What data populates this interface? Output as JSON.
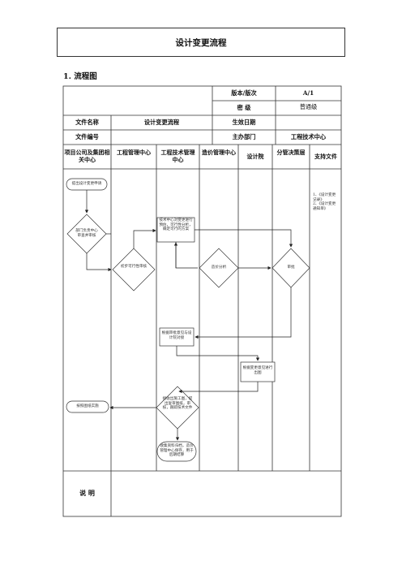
{
  "doc": {
    "title": "设计变更流程",
    "section_heading": "1.   流程图"
  },
  "meta": {
    "version_label": "版本/版次",
    "version_value": "A/1",
    "security_label": "密      级",
    "security_value": "普通级",
    "file_name_label": "文件名称",
    "file_name_value": "设计变更流程",
    "effective_date_label": "生效日期",
    "file_no_label": "文件编号",
    "dept_label": "主办部门",
    "dept_value": "工程技术中心"
  },
  "lanes": [
    "项目公司及集团相关中心",
    "工程管理中心",
    "工程技术管理中心",
    "造价管理中心",
    "设计院",
    "分管决策层",
    "支持文件"
  ],
  "nodes": {
    "n1": "提出设计变更申请",
    "n2": "部门负责中心审查并审核",
    "n3": "初步可行性审核",
    "n4": "技术中心对变更进行预估，可行性分析，确定可行的方案",
    "n5": "造价分析",
    "n6": "审批",
    "n7": "根据审批意见与设计院对接",
    "n8": "根据变更意见进行出图",
    "n9": "按照图纸实施",
    "n10": "接收出施工图，提出复审图纸，审核，跟踪技术文件",
    "n11": "收集资料归档，造价管理中心保存，用于后期结算"
  },
  "support_docs": "1、《设计变更记录》\n2、《设计变更通知单》",
  "footer": {
    "note_label": "说    明"
  }
}
